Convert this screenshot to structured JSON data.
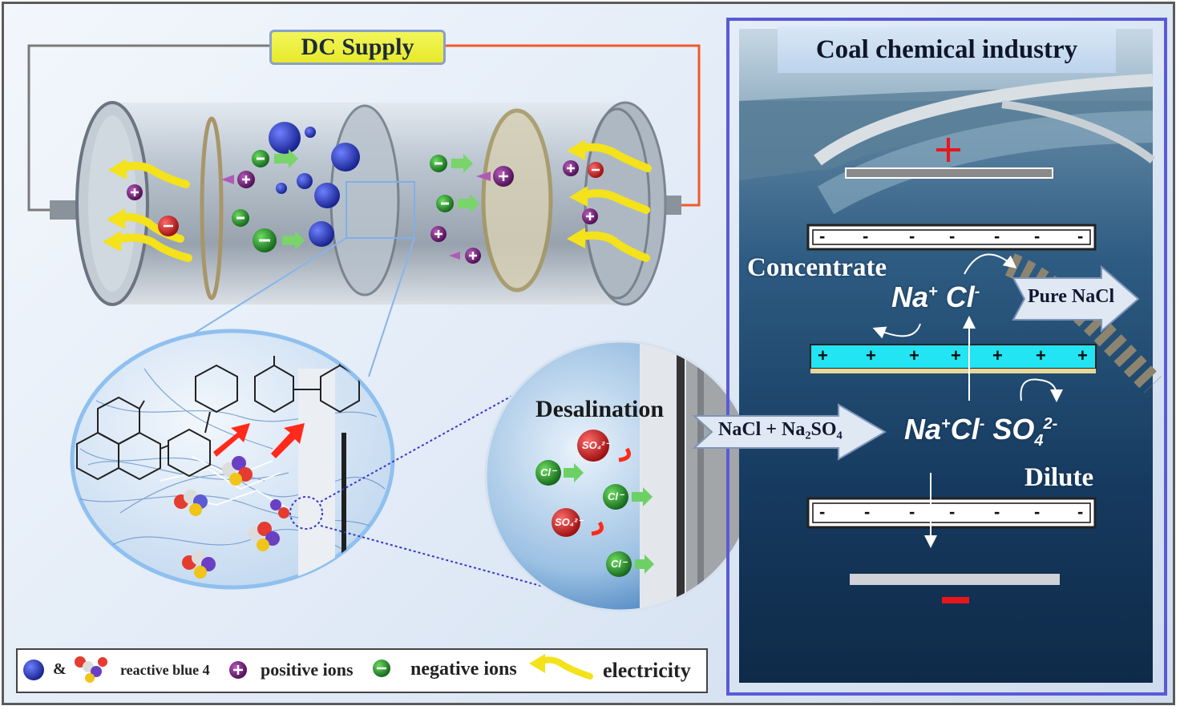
{
  "header": {
    "dc_supply": "DC Supply"
  },
  "right_panel": {
    "title": "Coal chemical industry",
    "concentrate": "Concentrate",
    "dilute": "Dilute",
    "pure_nacl": "Pure NaCl",
    "feed": "NaCl + Na₂SO₄",
    "ions_top": {
      "na": "Na",
      "na_sup": "+",
      "cl": "Cl",
      "cl_sup": "-"
    },
    "ions_bottom": {
      "na": "Na",
      "na_sup": "+",
      "cl": "Cl",
      "cl_sup": "-",
      "so4": "SO",
      "so4_sub": "4",
      "so4_sup": "2-"
    },
    "membrane_neg_sign": "-",
    "membrane_pos_sign": "+"
  },
  "zoom": {
    "title": "Desalination",
    "ion_cl": "Cl⁻",
    "ion_so4": "SO₄²⁻"
  },
  "legend": {
    "ampersand": "&",
    "reactive_blue": "reactive blue 4",
    "positive": "positive ions",
    "negative": "negative ions",
    "electricity": "electricity"
  },
  "colors": {
    "border": "#5b5b5b",
    "panel_border": "#5a5ad6",
    "positive_ion": "#6a1a6e",
    "negative_ion": "#1f7a24",
    "dye_blue": "#1c2da8",
    "electricity": "#f4e21b",
    "wire_red": "#f05a2a",
    "membrane_cyan": "#22e4f2"
  }
}
